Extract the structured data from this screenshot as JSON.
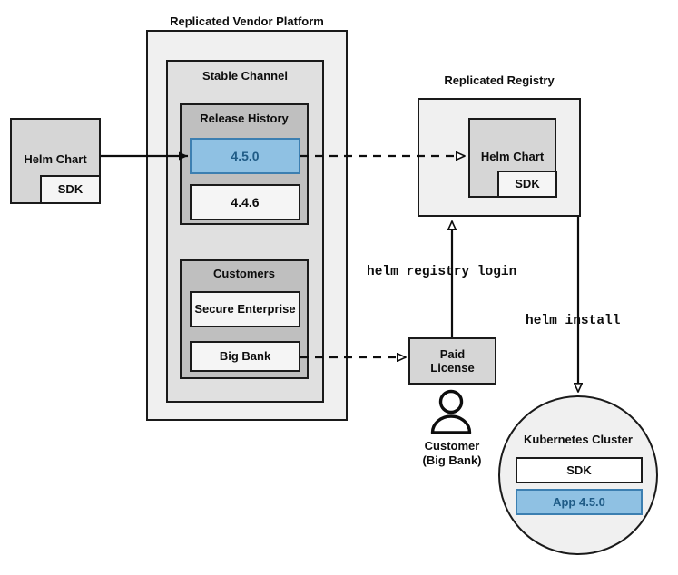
{
  "diagram": {
    "title_vendor_platform": "Replicated Vendor Platform",
    "title_registry": "Replicated Registry",
    "stable_channel": "Stable Channel",
    "release_history": "Release History",
    "customers": "Customers"
  },
  "source_chart": {
    "name": "Helm Chart",
    "sdk": "SDK"
  },
  "releases": [
    {
      "version": "4.5.0",
      "highlighted": true
    },
    {
      "version": "4.4.6",
      "highlighted": false
    }
  ],
  "customers": [
    {
      "name": "Secure Enterprise"
    },
    {
      "name": "Big Bank"
    }
  ],
  "registry": {
    "chart_name": "Helm Chart",
    "sdk": "SDK"
  },
  "license": {
    "line1": "Paid",
    "line2": "License"
  },
  "customer_actor": {
    "line1": "Customer",
    "line2": "(Big Bank)",
    "icon": "person-icon"
  },
  "commands": {
    "registry_login": "helm registry login",
    "install": "helm install"
  },
  "cluster": {
    "title": "Kubernetes Cluster",
    "sdk": "SDK",
    "app": "App 4.5.0"
  },
  "colors": {
    "highlight_fill": "#8fc1e3",
    "highlight_border": "#3c7fb1",
    "highlight_text": "#1f5b86",
    "outer_fill": "#f0f0f0",
    "mid_fill": "#e0e0e0",
    "inner_fill": "#bfbfbf",
    "plain_fill": "#d6d6d6",
    "white_fill": "#f5f5f5",
    "stroke": "#1a1a1a"
  }
}
